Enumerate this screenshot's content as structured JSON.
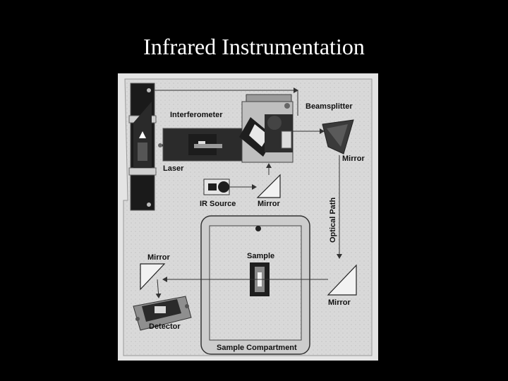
{
  "slide": {
    "title": "Infrared Instrumentation"
  },
  "diagram": {
    "labels": {
      "interferometer": "Interferometer",
      "beamsplitter": "Beamsplitter",
      "laser": "Laser",
      "mirror_top": "Mirror",
      "ir_source": "IR Source",
      "mirror_source": "Mirror",
      "optical_path": "Optical Path",
      "sample": "Sample",
      "mirror_left": "Mirror",
      "mirror_right": "Mirror",
      "detector": "Detector",
      "sample_compartment": "Sample Compartment"
    }
  }
}
